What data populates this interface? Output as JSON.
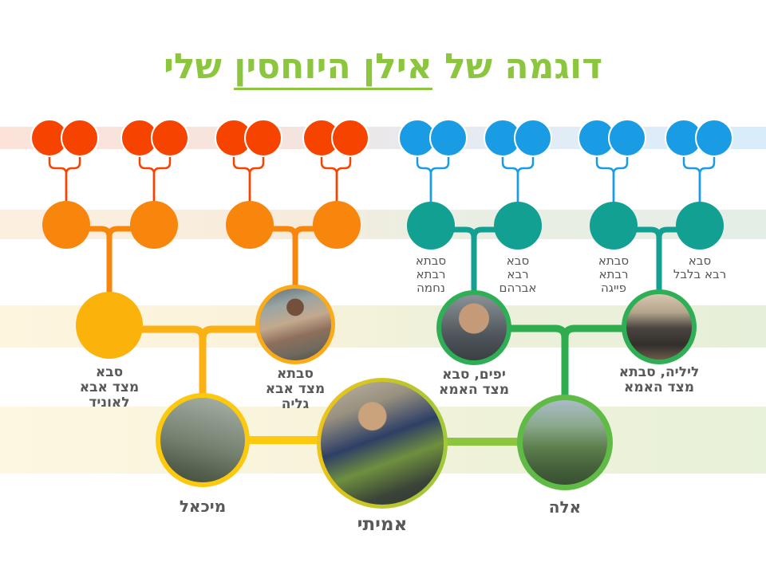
{
  "title": {
    "pre": "דוגמה של",
    "underlined": "אילן היוחסין",
    "post": "שלי"
  },
  "generation1": {
    "left": {
      "pair_count": 4,
      "color": "#f64300"
    },
    "right": {
      "pair_count": 4,
      "color": "#199ce4"
    }
  },
  "generation2": {
    "left_circle_count": 4,
    "left_color": "#f8860c",
    "right_color": "#12a093",
    "right": [
      {
        "label": "סבתא\nרבתא\nנחמה"
      },
      {
        "label": "סבא\nרבא\nאברהם"
      },
      {
        "label": "סבתא\nרבתא\nפייגה"
      },
      {
        "label": "סבא\nרבא בלבל"
      }
    ]
  },
  "generation3": [
    {
      "label": "סבא\nמצד אבא\nלאוניד",
      "has_photo": false,
      "circle_color": "#fbb30c"
    },
    {
      "label": "סבתא\nמצד אבא\nגליה",
      "has_photo": true,
      "ring_color": "#fbab18"
    },
    {
      "label": "יפים, סבא\nמצד האמא",
      "has_photo": true,
      "ring_color": "#2eae55"
    },
    {
      "label": "ליליה, סבתא\nמצד האמא",
      "has_photo": true,
      "ring_color": "#2eae55"
    }
  ],
  "generation4": [
    {
      "label": "מיכאל",
      "has_photo": true,
      "ring_color": "#fcc90e"
    },
    {
      "label": "אמיתי",
      "has_photo": true,
      "ring_color": "#f5c413 → #97c83d"
    },
    {
      "label": "אלה",
      "has_photo": true,
      "ring_color": "#5fbb46"
    }
  ],
  "colors": {
    "title_green": "#8cc63f",
    "ancestor_red": "#f64300",
    "ancestor_blue": "#199ce4",
    "grandparent_orange": "#f8860c",
    "grandparent_teal": "#12a093",
    "connector_yellow": "#fbb014",
    "connector_green": "#2fad4e",
    "child_line_yellow": "#fcc90e",
    "child_line_green": "#8cc63e",
    "label_gray": "#595959",
    "stripe_pink": "#fbe3da",
    "stripe_blue": "#d8ecfa",
    "stripe_orange": "#fcefdf",
    "stripe_green": "#e6efd9",
    "stripe_yellow": "#fdf5de"
  }
}
